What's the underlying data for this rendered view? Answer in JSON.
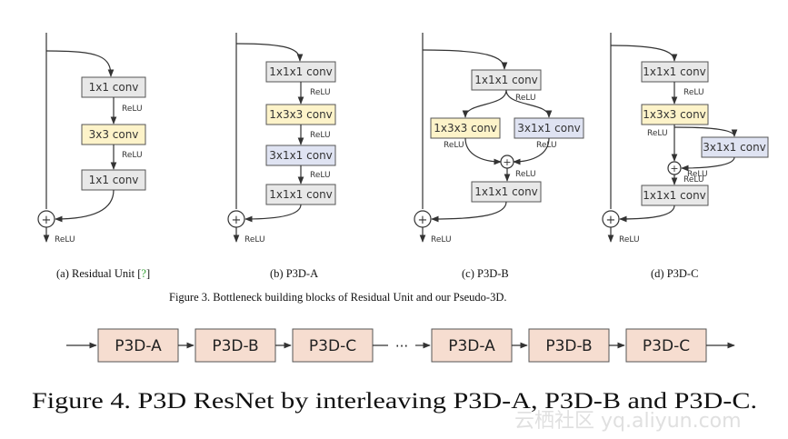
{
  "figure3": {
    "caption": "Figure 3. Bottleneck building blocks of Residual Unit and our Pseudo-3D.",
    "relu": "ReLU",
    "panels": [
      {
        "caption_prefix": "(a)  Residual Unit [",
        "caption_ref": "?",
        "caption_suffix": "]",
        "boxes": [
          "1x1 conv",
          "3x3 conv",
          "1x1 conv"
        ]
      },
      {
        "caption": "(b)  P3D-A",
        "boxes": [
          "1x1x1 conv",
          "1x3x3 conv",
          "3x1x1 conv",
          "1x1x1 conv"
        ]
      },
      {
        "caption": "(c)  P3D-B",
        "boxes": [
          "1x1x1 conv",
          "1x3x3 conv",
          "3x1x1 conv",
          "1x1x1 conv"
        ]
      },
      {
        "caption": "(d)  P3D-C",
        "boxes": [
          "1x1x1 conv",
          "1x3x3 conv",
          "3x1x1 conv",
          "1x1x1 conv"
        ]
      }
    ]
  },
  "figure4": {
    "caption": "Figure 4. P3D ResNet by interleaving P3D-A, P3D-B and P3D-C.",
    "blocks": [
      "P3D-A",
      "P3D-B",
      "P3D-C",
      "P3D-A",
      "P3D-B",
      "P3D-C"
    ],
    "ellipsis": "···"
  },
  "watermark": "云栖社区 yq.aliyun.com",
  "colors": {
    "box_gray": "#e8e8e8",
    "box_yellow": "#fdf3c9",
    "box_blue": "#dfe3f2",
    "block_fill": "#f6ddd0",
    "ref_link": "#2ea02e"
  }
}
